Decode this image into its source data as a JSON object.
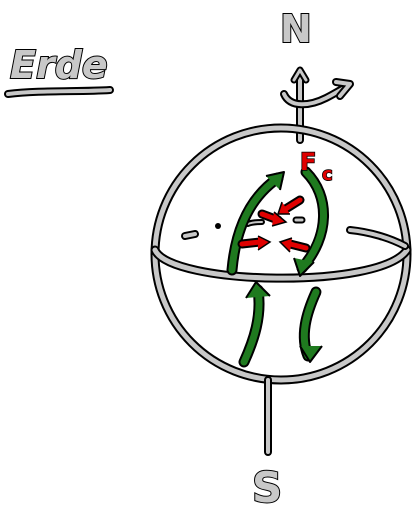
{
  "title": "Erde",
  "labels": {
    "north": "N",
    "south": "S",
    "force": "F",
    "force_subscript": "c"
  },
  "colors": {
    "outline": "#000000",
    "fill": "#c8c8c8",
    "flow": "#1f7a1f",
    "force": "#e00000"
  }
}
